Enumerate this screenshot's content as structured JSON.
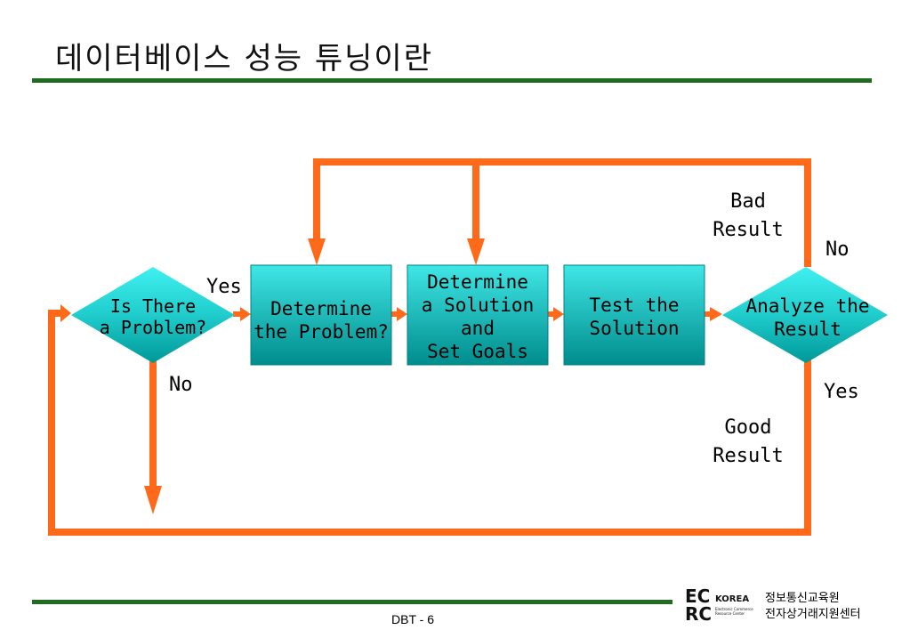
{
  "title": "데이터베이스 성능 튜닝이란",
  "nodes": {
    "is_problem": [
      "Is There",
      "a Problem?"
    ],
    "determine_problem": [
      "Determine",
      "the Problem?"
    ],
    "determine_solution": [
      "Determine",
      "a Solution",
      "and",
      "Set Goals"
    ],
    "test_solution": [
      "Test the",
      "Solution"
    ],
    "analyze_result": [
      "Analyze the",
      "Result"
    ]
  },
  "labels": {
    "yes_left": "Yes",
    "no_left": "No",
    "bad_result": [
      "Bad",
      "Result"
    ],
    "no_right": "No",
    "yes_right": "Yes",
    "good_result": [
      "Good",
      "Result"
    ]
  },
  "footer": {
    "page": "DBT  - 6",
    "logo_top": "EC",
    "logo_bottom": "RC",
    "logo_korea": "KOREA",
    "logo_sub": "Electronic Commerce Resource Center",
    "org_line1": "정보통신교육원",
    "org_line2": "전자상거래지원센터"
  },
  "colors": {
    "arrow": "#ff6a1a",
    "arrow_dark": "#e8561a",
    "node_light": "#40e6e6",
    "node_dark": "#008c8c",
    "rule": "#1f6b1f"
  }
}
